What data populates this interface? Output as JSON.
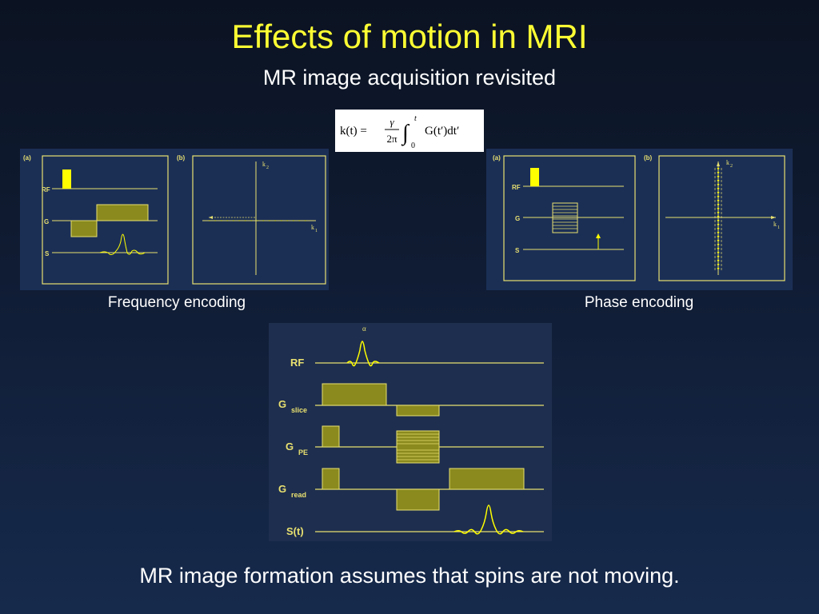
{
  "slide": {
    "title": "Effects of motion in MRI",
    "subtitle": "MR image acquisition revisited",
    "formula": {
      "lhs": "k(t) =",
      "frac_num": "γ",
      "frac_den": "2π",
      "integral": "∫",
      "upper": "t",
      "lower": "0",
      "integrand": "G(t′)dt′"
    },
    "bottom_text": "MR image formation assumes that spins are not moving."
  },
  "freq_panel": {
    "label_a": "(a)",
    "label_b": "(b)",
    "row_rf": "RF",
    "row_g": "G",
    "row_s": "S",
    "axis_k2": "k",
    "axis_k2_sub": "2",
    "axis_k1": "k",
    "axis_k1_sub": "1",
    "caption": "Frequency encoding"
  },
  "phase_panel": {
    "label_a": "(a)",
    "label_b": "(b)",
    "row_rf": "RF",
    "row_g": "G",
    "row_s": "S",
    "axis_k2": "k",
    "axis_k2_sub": "2",
    "axis_k1": "k",
    "axis_k1_sub": "1",
    "caption": "Phase encoding"
  },
  "sequence_panel": {
    "alpha": "α",
    "row_rf": "RF",
    "row_gslice": "G",
    "row_gslice_sub": "slice",
    "row_gpe": "G",
    "row_gpe_sub": "PE",
    "row_gread": "G",
    "row_gread_sub": "read",
    "row_st": "S(t)"
  },
  "colors": {
    "accent_yellow": "#ffff33",
    "diagram_line": "#e8e070",
    "gradient_fill": "#8a8a1e",
    "rf_fill": "#ffff00",
    "panel_bg": "#1b2f55"
  }
}
